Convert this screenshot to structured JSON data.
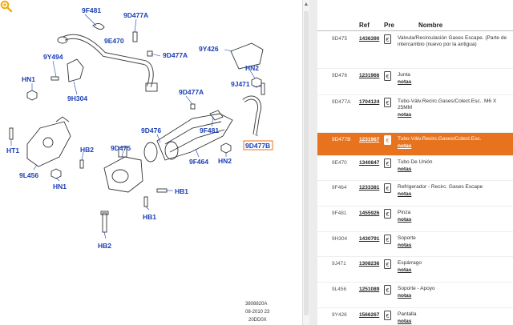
{
  "diagram": {
    "labels": [
      {
        "text": "9F481"
      },
      {
        "text": "9D477A"
      },
      {
        "text": "9E470"
      },
      {
        "text": "9Y494"
      },
      {
        "text": "9D477A"
      },
      {
        "text": "9Y426"
      },
      {
        "text": "HN1"
      },
      {
        "text": "9H304"
      },
      {
        "text": "HN2"
      },
      {
        "text": "9J471"
      },
      {
        "text": "9D477A"
      },
      {
        "text": "9D476"
      },
      {
        "text": "9F481"
      },
      {
        "text": "9D477B"
      },
      {
        "text": "HT1"
      },
      {
        "text": "HB2"
      },
      {
        "text": "9D475"
      },
      {
        "text": "9F464"
      },
      {
        "text": "HN2"
      },
      {
        "text": "9L456"
      },
      {
        "text": "HN1"
      },
      {
        "text": "HB1"
      },
      {
        "text": "HB1"
      },
      {
        "text": "HB2"
      }
    ],
    "footer": [
      "3808820A",
      "08-2010 23",
      "20DD0X"
    ]
  },
  "table": {
    "headers": {
      "ref": "Ref",
      "pre": "Pre",
      "name": "Nombre"
    },
    "rows": [
      {
        "code": "9D475",
        "ref": "1436390",
        "desc": "Valvula/Recirculación Gases Escape. (Parte de intercambio (nuevo por la antigua)",
        "notas": ""
      },
      {
        "code": "9D476",
        "ref": "1231966",
        "desc": "Junta",
        "notas": "notas"
      },
      {
        "code": "9D477A",
        "ref": "1704124",
        "desc": "Tubo-Válv.Recirc.Gases/Colect.Esc.. M6 X 25MM",
        "notas": "notas"
      },
      {
        "code": "9D477B",
        "ref": "1231967",
        "desc": "Tubo-Válv.Recirc.Gases/Colect.Esc.",
        "notas": "notas"
      },
      {
        "code": "9E470",
        "ref": "1340847",
        "desc": "Tubo De Unión",
        "notas": "notas"
      },
      {
        "code": "9F464",
        "ref": "1233381",
        "desc": "Refrigerador - Recirc. Gases Escape",
        "notas": "notas"
      },
      {
        "code": "9F481",
        "ref": "1455926",
        "desc": "Pinza",
        "notas": "notas"
      },
      {
        "code": "9H304",
        "ref": "1430791",
        "desc": "Soporte",
        "notas": "notas"
      },
      {
        "code": "9J471",
        "ref": "1308236",
        "desc": "Espárrago",
        "notas": "notas"
      },
      {
        "code": "9L456",
        "ref": "1251089",
        "desc": "Soporte - Apoyo",
        "notas": "notas"
      },
      {
        "code": "9Y426",
        "ref": "1566267",
        "desc": "Pantalla",
        "notas": "notas"
      }
    ]
  },
  "colors": {
    "highlight": "#e8731f",
    "label": "#1a3fb5",
    "zoom": "#f2a900"
  }
}
